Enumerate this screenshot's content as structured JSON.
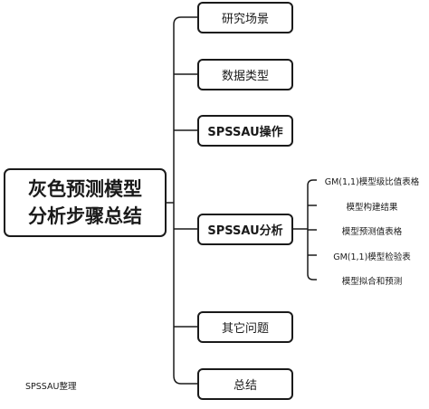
{
  "root": {
    "label_line1": "灰色预测模型",
    "label_line2": "分析步骤总结"
  },
  "branches": [
    {
      "label": "研究场景"
    },
    {
      "label": "数据类型"
    },
    {
      "label": "SPSSAU操作"
    },
    {
      "label": "SPSSAU分析"
    },
    {
      "label": "其它问题"
    },
    {
      "label": "总结"
    }
  ],
  "leaves": [
    {
      "label": "GM(1,1)模型级比值表格"
    },
    {
      "label": "模型构建结果"
    },
    {
      "label": "模型预测值表格"
    },
    {
      "label": "GM(1,1)模型检验表"
    },
    {
      "label": "模型拟合和预测"
    }
  ],
  "watermark": "SPSSAU整理"
}
